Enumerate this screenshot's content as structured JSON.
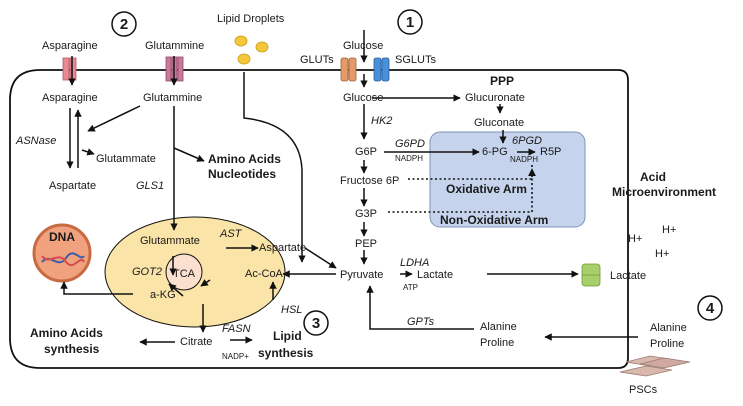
{
  "numbers": {
    "one": "1",
    "two": "2",
    "three": "3",
    "four": "4"
  },
  "top": {
    "lipid_droplets": "Lipid Droplets",
    "asparagine_ext": "Asparagine",
    "glutamine_ext": "Glutammine",
    "glucose_ext": "Glucose",
    "gluts": "GLUTs",
    "sgluts": "SGLUTs"
  },
  "cell": {
    "asparagine": "Asparagine",
    "glutamine": "Glutammine",
    "asnase": "ASNase",
    "glutammate_1": "Glutammate",
    "aspartate_1": "Aspartate",
    "gls1": "GLS1",
    "aa_nucleotides_1": "Amino Acids",
    "aa_nucleotides_2": "Nucleotides",
    "dna": "DNA",
    "glutammate_2": "Glutammate",
    "ast": "AST",
    "aspartate_2": "Aspartate",
    "got2": "GOT2",
    "tca": "TCA",
    "ac_coa": "Ac-CoA",
    "akg": "a-KG",
    "hsl": "HSL",
    "fasn": "FASN",
    "citrate": "Citrate",
    "nadp_plus": "NADP+",
    "lipid_synth_1": "Lipid",
    "lipid_synth_2": "synthesis",
    "aa_synth_1": "Amino Acids",
    "aa_synth_2": "synthesis",
    "glucose": "Glucose",
    "hk2": "HK2",
    "g6p": "G6P",
    "g6pd": "G6PD",
    "nadph_1": "NADPH",
    "six_pg": "6-PG",
    "sixpgd": "6PGD",
    "nadph_2": "NADPH",
    "r5p": "R5P",
    "ppp": "PPP",
    "glucuronate": "Glucuronate",
    "gluconate": "Gluconate",
    "fructose6p": "Fructose 6P",
    "oxidative_arm": "Oxidative Arm",
    "g3p": "G3P",
    "non_oxidative_arm": "Non-Oxidative Arm",
    "pep": "PEP",
    "pyruvate": "Pyruvate",
    "ldha": "LDHA",
    "atp": "ATP",
    "lactate_in": "Lactate",
    "gpts": "GPTs",
    "alanine_in": "Alanine",
    "proline_in": "Proline"
  },
  "outside": {
    "acid_1": "Acid",
    "acid_2": "Microenvironment",
    "hplus": "H+",
    "lactate_out": "Lactate",
    "alanine_out": "Alanine",
    "proline_out": "Proline",
    "pscs": "PSCs"
  },
  "colors": {
    "ppp_box": "#c5d3ec",
    "tca_region": "#fbe4a8",
    "dna_circle": "#f0a27f",
    "transporter_pink": "#e88a93",
    "transporter_mauve": "#c97a98",
    "transporter_orange": "#e59a6a",
    "transporter_blue": "#4a90d9",
    "transporter_green": "#a7cf6b",
    "lipid_droplet": "#f5c73a",
    "psc_cells": "#d9b8ae"
  }
}
